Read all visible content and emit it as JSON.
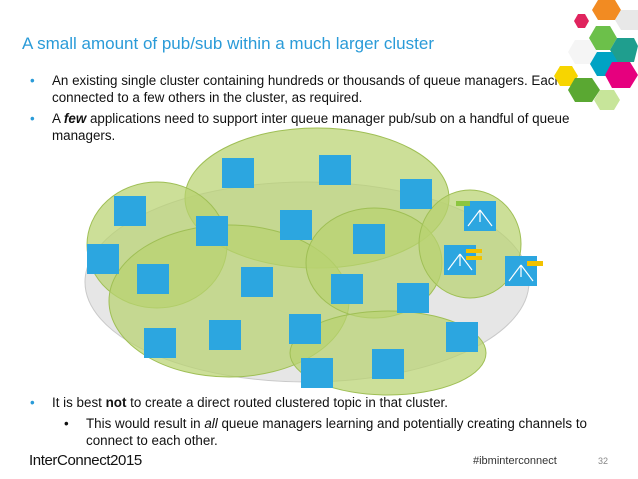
{
  "slide": {
    "title": "A small amount of pub/sub within a much larger cluster",
    "bullets": [
      {
        "parts": [
          "An existing single cluster containing hundreds or thousands of queue managers. Each connected to a few others in the cluster, as required."
        ]
      },
      {
        "parts": [
          "A ",
          "few",
          " applications need to support inter queue manager pub/sub on a handful of queue managers."
        ]
      }
    ],
    "bottom_bullet": {
      "pre": "It is best ",
      "bold": "not",
      "post": " to create a direct routed clustered topic in that cluster."
    },
    "sub_bullet": {
      "pre": "This would result in ",
      "italic": "all",
      "post": " queue managers learning and potentially creating channels to connect to each other."
    },
    "footer": {
      "brand": "InterConnect",
      "year": "2015",
      "hashtag": "#ibminterconnect",
      "page_number": "32"
    }
  },
  "colors": {
    "accent": "#2a9bd8",
    "queue_manager": "#2ca6e0",
    "cluster_green": "#b8d370",
    "cluster_gray": "#e3e3e3"
  }
}
